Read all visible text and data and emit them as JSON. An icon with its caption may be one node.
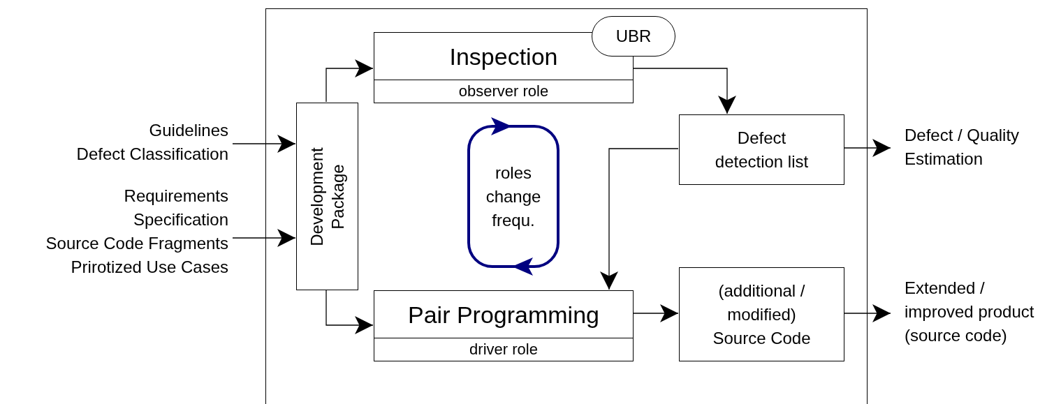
{
  "diagram": {
    "nodes": [
      {
        "text": [],
        "shape": "box"
      },
      {
        "text": [
          "Inspection",
          "observer role"
        ],
        "in": 0
      },
      {
        "text": [
          "UBR"
        ],
        "in": 0
      },
      {
        "text": [
          "Development Package"
        ],
        "in": 0
      },
      {
        "text": [
          "roles change frequ."
        ],
        "in": 0
      },
      {
        "text": [
          "Defect detection list"
        ],
        "in": 0
      },
      {
        "text": [
          "Pair Programming",
          "driver role"
        ],
        "in": 0
      },
      {
        "text": [
          "(additional / modified) Source Code"
        ],
        "in": 0
      },
      {
        "text": [
          "Guidelines",
          "Defect Classification"
        ]
      },
      {
        "text": [
          "Requirements",
          "Specification",
          "Source Code Fragments",
          "Prirotized Use Cases"
        ]
      },
      {
        "text": [
          "Defect / Quality Estimation"
        ]
      },
      {
        "text": [
          "Extended / improved product (source code)"
        ]
      }
    ],
    "edges": [
      {
        "from": 8,
        "to": 3,
        "arrow": "to"
      },
      {
        "from": 9,
        "to": 3,
        "arrow": "to"
      },
      {
        "from": 3,
        "to": 1,
        "arrow": "to"
      },
      {
        "from": 3,
        "to": 6,
        "arrow": "to"
      },
      {
        "from": 1,
        "to": 5,
        "arrow": "to"
      },
      {
        "from": 5,
        "to": 6,
        "arrow": "to"
      },
      {
        "from": 6,
        "to": 7,
        "arrow": "to"
      },
      {
        "from": 5,
        "to": 10,
        "arrow": "to"
      },
      {
        "from": 7,
        "to": 11,
        "arrow": "to"
      }
    ]
  }
}
